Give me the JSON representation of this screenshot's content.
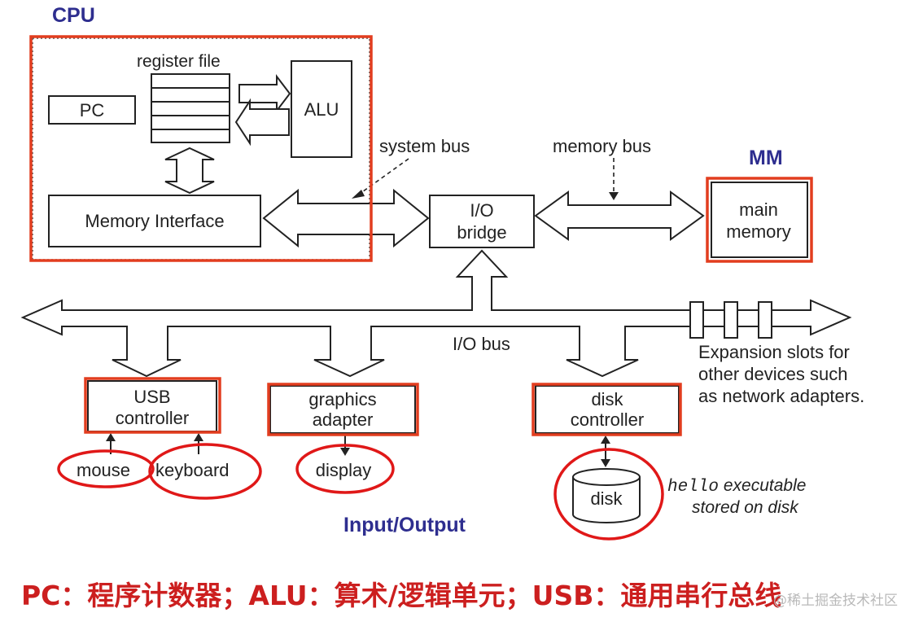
{
  "labels": {
    "cpu": "CPU",
    "mm": "MM",
    "io": "Input/Output",
    "register_file": "register file",
    "pc": "PC",
    "alu": "ALU",
    "memory_interface": "Memory Interface",
    "system_bus": "system bus",
    "memory_bus": "memory bus",
    "io_bridge_line1": "I/O",
    "io_bridge_line2": "bridge",
    "main_memory_line1": "main",
    "main_memory_line2": "memory",
    "io_bus": "I/O bus",
    "usb_line1": "USB",
    "usb_line2": "controller",
    "graphics_line1": "graphics",
    "graphics_line2": "adapter",
    "disk_ctrl_line1": "disk",
    "disk_ctrl_line2": "controller",
    "mouse": "mouse",
    "keyboard": "keyboard",
    "display": "display",
    "disk": "disk",
    "expansion_line1": "Expansion slots for",
    "expansion_line2": "other devices such",
    "expansion_line3": "as network adapters.",
    "hello_code": "hello",
    "hello_rest": " executable",
    "hello_line2": "stored on disk"
  },
  "footer": "PC：程序计数器；ALU：算术/逻辑单元；USB：通用串行总线",
  "watermark": "@稀土掘金技术社区",
  "colors": {
    "highlight_red": "#e23d1f",
    "tag_blue": "#2e2e8f",
    "footer_red": "#cc1f1f"
  }
}
